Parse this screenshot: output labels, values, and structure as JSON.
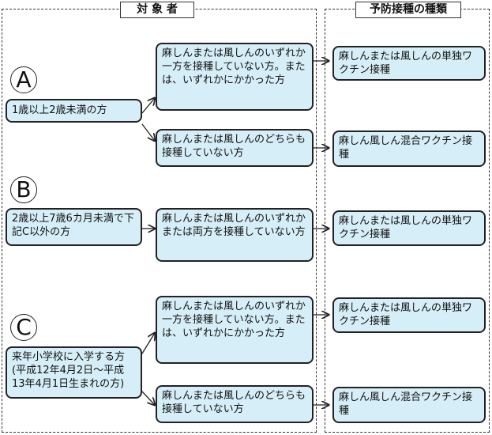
{
  "headers": {
    "target": "対 象 者",
    "vaccine_type": "予防接種の種類"
  },
  "groups": [
    {
      "letter": "A",
      "target": "1歳以上2歳未満の方",
      "conditions": [
        {
          "text": "麻しんまたは風しんのいずれか一方を接種していない方。または、いずれかにかかった方",
          "vaccine": "麻しんまたは風しんの単独ワクチン接種"
        },
        {
          "text": "麻しんまたは風しんのどちらも接種していない方",
          "vaccine": "麻しん風しん混合ワクチン接種"
        }
      ]
    },
    {
      "letter": "B",
      "target": "2歳以上7歳6カ月未満で下記C以外の方",
      "conditions": [
        {
          "text": "麻しんまたは風しんのいずれかまたは両方を接種していない方",
          "vaccine": "麻しんまたは風しんの単独ワクチン接種"
        }
      ]
    },
    {
      "letter": "C",
      "target": "来年小学校に入学する方(平成12年4月2日～平成13年4月1日生まれの方)",
      "conditions": [
        {
          "text": "麻しんまたは風しんのいずれか一方を接種していない方。または、いずれかにかかった方",
          "vaccine": "麻しんまたは風しんの単独ワクチン接種"
        },
        {
          "text": "麻しんまたは風しんのどちらも接種していない方",
          "vaccine": "麻しん風しん混合ワクチン接種"
        }
      ]
    }
  ]
}
